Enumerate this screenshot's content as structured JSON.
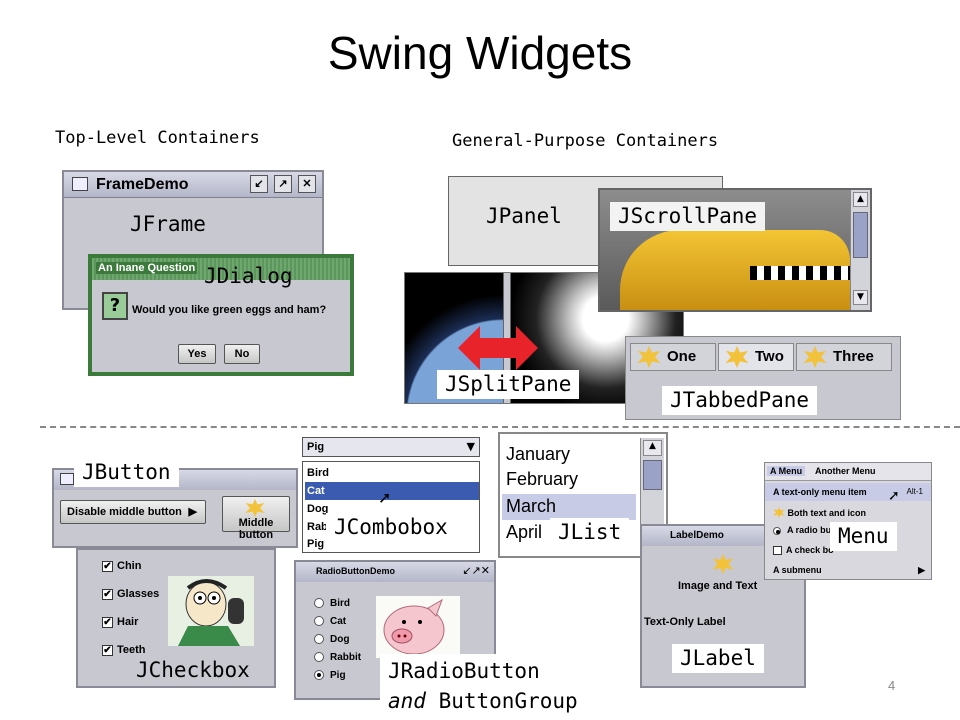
{
  "title": "Swing Widgets",
  "sections": {
    "top_level": "Top-Level Containers",
    "general_purpose": "General-Purpose Containers"
  },
  "callouts": {
    "jframe": "JFrame",
    "jdialog": "JDialog",
    "jpanel": "JPanel",
    "jscrollpane": "JScrollPane",
    "jsplitpane": "JSplitPane",
    "jtabbedpane": "JTabbedPane",
    "jbutton": "JButton",
    "jcombobox": "JCombobox",
    "jlist": "JList",
    "menu": "Menu",
    "jcheckbox": "JCheckbox",
    "jradiobutton_line1": "JRadioButton",
    "jradiobutton_and": "and",
    "jradiobutton_line2": " ButtonGroup",
    "jlabel": "JLabel"
  },
  "frame_demo": {
    "title": "FrameDemo"
  },
  "dialog": {
    "title": "An Inane Question",
    "question_icon": "?",
    "message": "Would you like green eggs and ham?",
    "yes": "Yes",
    "no": "No"
  },
  "tabs": [
    "One",
    "Two",
    "Three"
  ],
  "button_demo": {
    "disable_middle": "Disable middle button",
    "middle": "Middle button"
  },
  "combo": {
    "selected": "Pig",
    "options": [
      "Bird",
      "Cat",
      "Dog",
      "Rabbit",
      "Pig"
    ],
    "highlighted_index": 1,
    "visible_options": [
      "Bird",
      "Cat",
      "Dog",
      "Rab",
      "Pig"
    ]
  },
  "list": {
    "items": [
      "January",
      "February",
      "March",
      "April"
    ],
    "selected_index": 2
  },
  "checkboxes": [
    "Chin",
    "Glasses",
    "Hair",
    "Teeth"
  ],
  "radio_demo": {
    "title": "RadioButtonDemo",
    "options": [
      "Bird",
      "Cat",
      "Dog",
      "Rabbit",
      "Pig"
    ],
    "selected_index": 4
  },
  "label_demo": {
    "title": "LabelDemo",
    "image_and_text": "Image and Text",
    "text_only": "Text-Only Label"
  },
  "menu_demo": {
    "menus": [
      "A Menu",
      "Another Menu"
    ],
    "items": [
      {
        "label": "A text-only menu item",
        "shortcut": "Alt-1"
      },
      {
        "label": "Both text and icon"
      },
      {
        "label": "A radio but"
      },
      {
        "label": "A check bo"
      },
      {
        "label": "A submenu"
      }
    ]
  },
  "page_number": "4",
  "colors": {
    "dialog_border": "#3c7a3c",
    "list_selection": "#c7cbe6",
    "combo_highlight": "#3a5bb0",
    "arrow": "#e8242a"
  }
}
